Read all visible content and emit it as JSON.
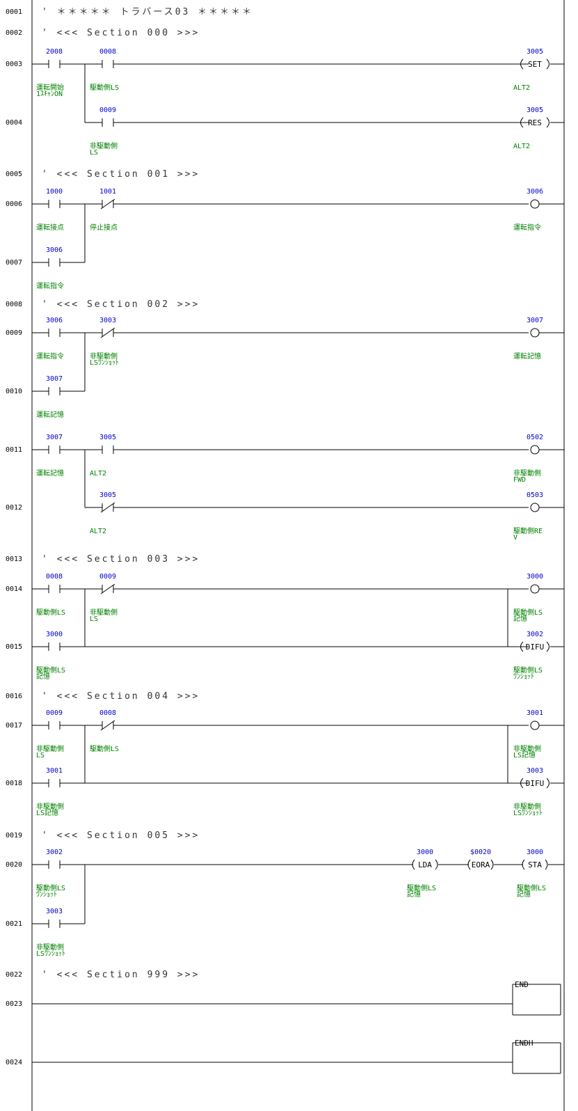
{
  "steps": [
    "0001",
    "0002",
    "0003",
    "0004",
    "0005",
    "0006",
    "0007",
    "0008",
    "0009",
    "0010",
    "0011",
    "0012",
    "0013",
    "0014",
    "0015",
    "0016",
    "0017",
    "0018",
    "0019",
    "0020",
    "0021",
    "0022",
    "0023",
    "0024"
  ],
  "comments": [
    "' ＊＊＊＊＊ トラバース03 ＊＊＊＊＊",
    "' <<< Section 000 >>>",
    "' <<< Section 001 >>>",
    "' <<< Section 002 >>>",
    "' <<< Section 003 >>>",
    "' <<< Section 004 >>>",
    "' <<< Section 005 >>>",
    "' <<< Section 999 >>>"
  ],
  "rungs": [
    {
      "id": "r0003",
      "contacts": [
        {
          "addr": "2008",
          "type": "NO",
          "label": [
            "運転開始",
            "1ｽｷｬﾝON"
          ]
        },
        {
          "addr": "0008",
          "type": "NO",
          "label": [
            "駆動側LS"
          ]
        }
      ],
      "coil": {
        "addr": "3005",
        "kind": "SET",
        "text": "SET",
        "label": [
          "ALT2"
        ]
      }
    },
    {
      "id": "r0004",
      "contacts": [
        {
          "addr": "0009",
          "type": "NO",
          "label": [
            "非駆動側",
            "LS"
          ]
        }
      ],
      "coil": {
        "addr": "3005",
        "kind": "RES",
        "text": "RES",
        "label": [
          "ALT2"
        ]
      }
    },
    {
      "id": "r0006",
      "contacts": [
        {
          "addr": "1000",
          "type": "NO",
          "label": [
            "運転接点"
          ]
        },
        {
          "addr": "1001",
          "type": "NC",
          "label": [
            "停止接点"
          ]
        }
      ],
      "coil": {
        "addr": "3006",
        "kind": "OUT",
        "label": [
          "運転指令"
        ]
      }
    },
    {
      "id": "r0007",
      "contacts": [
        {
          "addr": "3006",
          "type": "NO",
          "label": [
            "運転指令"
          ]
        }
      ]
    },
    {
      "id": "r0009",
      "contacts": [
        {
          "addr": "3006",
          "type": "NO",
          "label": [
            "運転指令"
          ]
        },
        {
          "addr": "3003",
          "type": "NC",
          "label": [
            "非駆動側",
            "LSﾜﾝｼｮｯﾄ"
          ]
        }
      ],
      "coil": {
        "addr": "3007",
        "kind": "OUT",
        "label": [
          "運転記憶"
        ]
      }
    },
    {
      "id": "r0010",
      "contacts": [
        {
          "addr": "3007",
          "type": "NO",
          "label": [
            "運転記憶"
          ]
        }
      ]
    },
    {
      "id": "r0011",
      "contacts": [
        {
          "addr": "3007",
          "type": "NO",
          "label": [
            "運転記憶"
          ]
        },
        {
          "addr": "3005",
          "type": "NO",
          "label": [
            "ALT2"
          ]
        }
      ],
      "coil": {
        "addr": "0502",
        "kind": "OUT",
        "label": [
          "非駆動側",
          "FWD"
        ]
      }
    },
    {
      "id": "r0012",
      "contacts": [
        {
          "addr": "3005",
          "type": "NC",
          "label": [
            "ALT2"
          ]
        }
      ],
      "coil": {
        "addr": "0503",
        "kind": "OUT",
        "label": [
          "駆動側RE",
          "V"
        ]
      }
    },
    {
      "id": "r0014",
      "contacts": [
        {
          "addr": "0008",
          "type": "NO",
          "label": [
            "駆動側LS"
          ]
        },
        {
          "addr": "0009",
          "type": "NC",
          "label": [
            "非駆動側",
            "LS"
          ]
        }
      ],
      "coil": {
        "addr": "3000",
        "kind": "OUT",
        "label": [
          "駆動側LS",
          "記憶"
        ]
      }
    },
    {
      "id": "r0015",
      "contacts": [
        {
          "addr": "3000",
          "type": "NO",
          "label": [
            "駆動側LS",
            "記憶"
          ]
        }
      ],
      "coil": {
        "addr": "3002",
        "kind": "DIFU",
        "text": "DIFU",
        "label": [
          "駆動側LS",
          "ﾜﾝｼｮｯﾄ"
        ]
      }
    },
    {
      "id": "r0017",
      "contacts": [
        {
          "addr": "0009",
          "type": "NO",
          "label": [
            "非駆動側",
            "LS"
          ]
        },
        {
          "addr": "0008",
          "type": "NC",
          "label": [
            "駆動側LS"
          ]
        }
      ],
      "coil": {
        "addr": "3001",
        "kind": "OUT",
        "label": [
          "非駆動側",
          "LS記憶"
        ]
      }
    },
    {
      "id": "r0018",
      "contacts": [
        {
          "addr": "3001",
          "type": "NO",
          "label": [
            "非駆動側",
            "LS記憶"
          ]
        }
      ],
      "coil": {
        "addr": "3003",
        "kind": "DIFU",
        "text": "DIFU",
        "label": [
          "非駆動側",
          "LSﾜﾝｼｮｯﾄ"
        ]
      }
    },
    {
      "id": "r0020",
      "contacts": [
        {
          "addr": "3002",
          "type": "NO",
          "label": [
            "駆動側LS",
            "ﾜﾝｼｮｯﾄ"
          ]
        }
      ],
      "functions": [
        {
          "addr": "3000",
          "text": "LDA",
          "label": [
            "駆動側LS",
            "記憶"
          ]
        },
        {
          "addr": "$0020",
          "text": "EORA",
          "label": []
        },
        {
          "addr": "3000",
          "text": "STA",
          "label": [
            "駆動側LS",
            "記憶"
          ]
        }
      ]
    },
    {
      "id": "r0021",
      "contacts": [
        {
          "addr": "3003",
          "type": "NO",
          "label": [
            "非駆動側",
            "LSﾜﾝｼｮｯﾄ"
          ]
        }
      ]
    },
    {
      "id": "r0023",
      "end": "END"
    },
    {
      "id": "r0024",
      "end": "ENDH"
    }
  ]
}
